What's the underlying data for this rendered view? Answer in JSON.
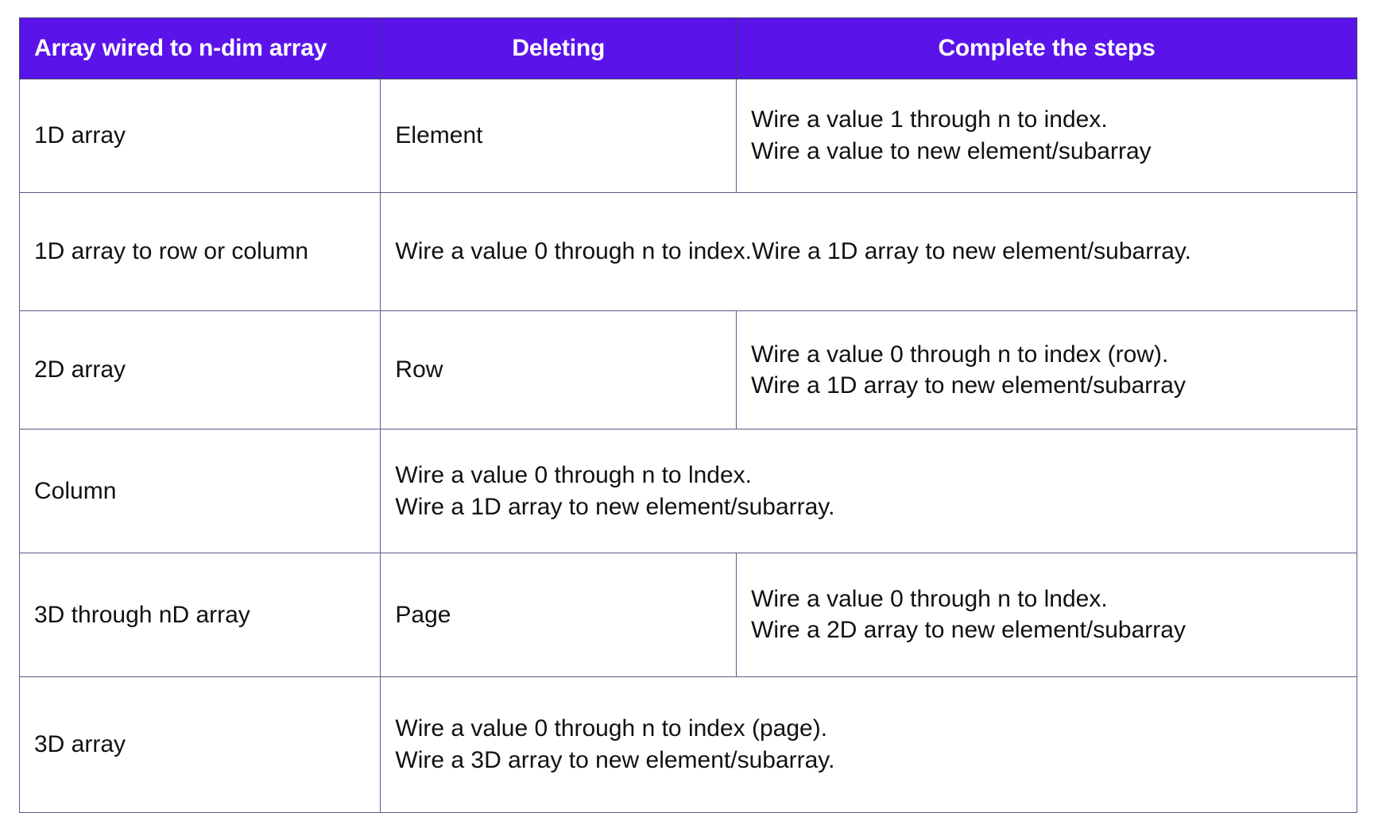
{
  "table": {
    "headers": [
      {
        "label": "Array wired to n-dim array",
        "align": "left"
      },
      {
        "label": "Deleting",
        "align": "center"
      },
      {
        "label": "Complete the steps",
        "align": "center"
      }
    ],
    "accent_color": "#5a14ea",
    "header_text_color": "#ffffff",
    "border_color": "#5a5a8c",
    "body_text_color": "#111111",
    "rows": [
      {
        "id": "row-1d-array",
        "array": "1D array",
        "deleting": "Element",
        "steps_line1": "Wire a value 1 through n to index.",
        "steps_line2": "Wire a value to new element/subarray",
        "merged": false
      },
      {
        "id": "row-1d-array-to-row-or-column",
        "array": "1D array to row or column",
        "merged": true,
        "merged_text": "Wire a value 0 through n to index.Wire a 1D array to new element/subarray."
      },
      {
        "id": "row-2d-array",
        "array": "2D array",
        "deleting": "Row",
        "steps_line1": "Wire a value 0 through n to index (row).",
        "steps_line2": "Wire a 1D array to new element/subarray",
        "merged": false
      },
      {
        "id": "row-column",
        "array": "Column",
        "merged": true,
        "merged_line1": "Wire a value 0 through n to lndex.",
        "merged_line2": "Wire a 1D array to new element/subarray."
      },
      {
        "id": "row-3d-through-nd-array",
        "array": "3D through nD array",
        "deleting": "Page",
        "steps_line1": "Wire a value 0 through n to lndex.",
        "steps_line2": "Wire a 2D array to new element/subarray",
        "merged": false
      },
      {
        "id": "row-3d-array",
        "array": "3D array",
        "merged": true,
        "merged_line1": "Wire a value 0 through n to index (page).",
        "merged_line2": "Wire a 3D array to new element/subarray."
      }
    ]
  }
}
